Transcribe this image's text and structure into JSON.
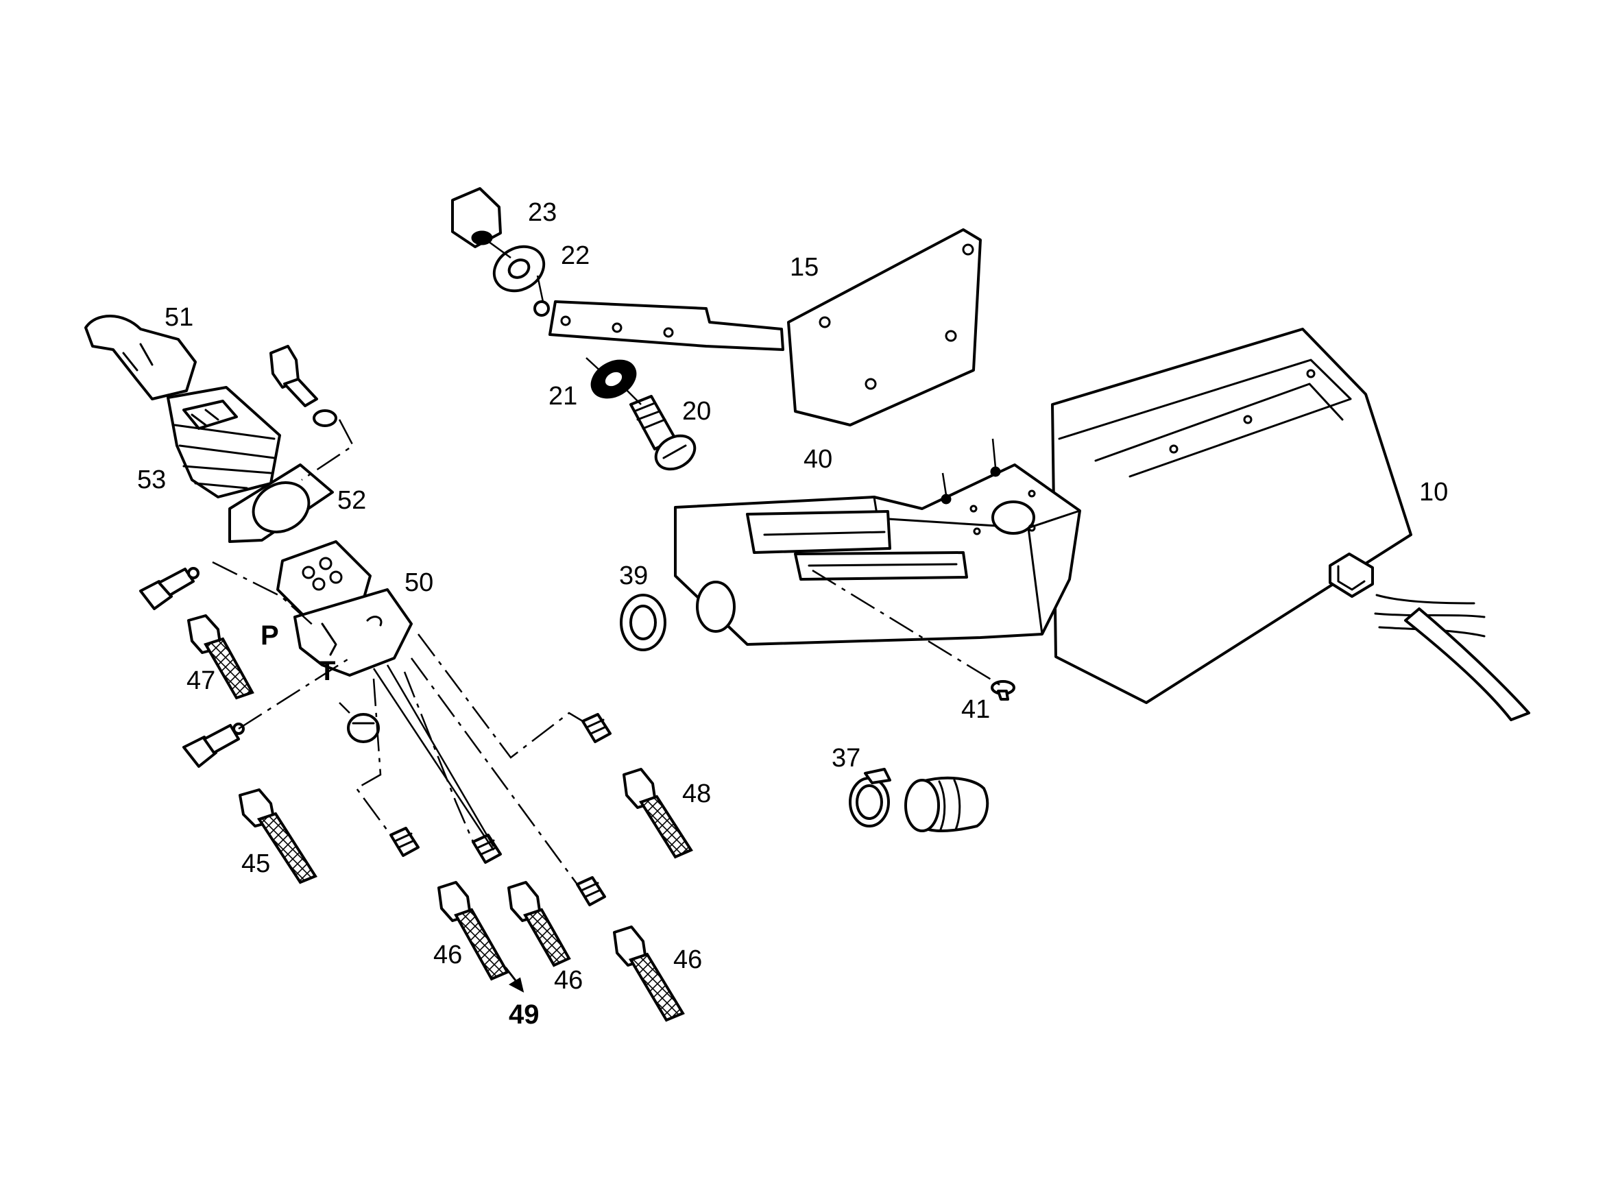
{
  "callouts": {
    "c10": "10",
    "c15": "15",
    "c20": "20",
    "c21": "21",
    "c22": "22",
    "c23": "23",
    "c37": "37",
    "c39": "39",
    "c40": "40",
    "c41": "41",
    "c45": "45",
    "c46a": "46",
    "c46b": "46",
    "c46c": "46",
    "c47": "47",
    "c48": "48",
    "c49": "49",
    "c50": "50",
    "c51": "51",
    "c52": "52",
    "c53": "53"
  },
  "port_labels": {
    "p": "P",
    "t": "T"
  }
}
